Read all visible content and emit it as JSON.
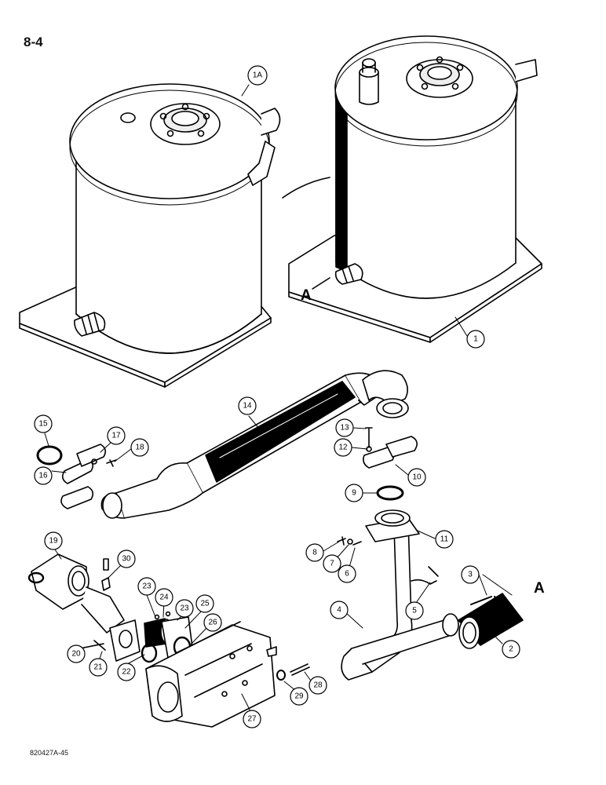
{
  "page": {
    "number": "8-4",
    "figure_code": "820427A-45"
  },
  "callouts": {
    "c1": "1",
    "c1A": "1A",
    "c2": "2",
    "c3": "3",
    "c4": "4",
    "c5": "5",
    "c6": "6",
    "c7": "7",
    "c8": "8",
    "c9": "9",
    "c10": "10",
    "c11": "11",
    "c12": "12",
    "c13": "13",
    "c14": "14",
    "c15": "15",
    "c16": "16",
    "c17": "17",
    "c18": "18",
    "c19": "19",
    "c20": "20",
    "c21": "21",
    "c22": "22",
    "c23a": "23",
    "c23b": "23",
    "c24": "24",
    "c25": "25",
    "c26": "26",
    "c27": "27",
    "c28": "28",
    "c29": "29",
    "c30": "30"
  },
  "letters": {
    "tank_outlet": "A",
    "hose_clamp": "A"
  }
}
